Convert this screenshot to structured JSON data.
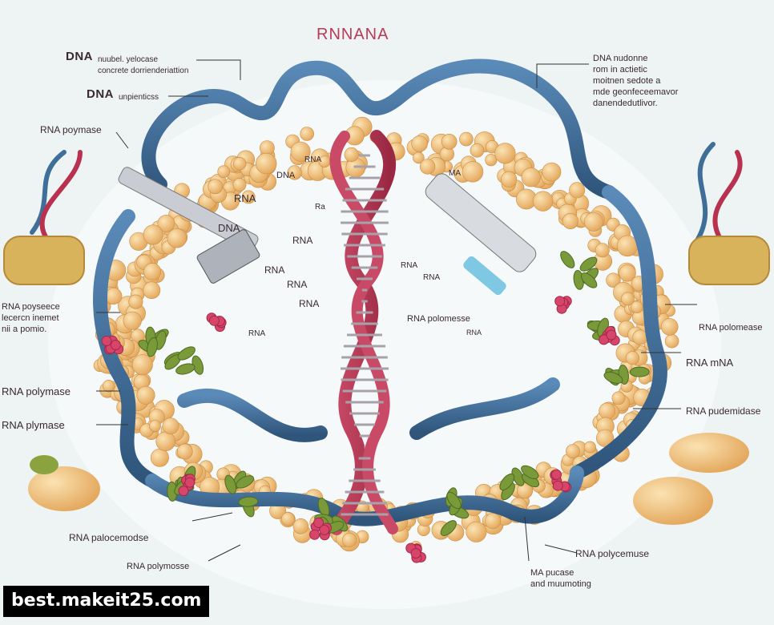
{
  "title": "RNNANA",
  "labels": {
    "dna_top_left": "DNA",
    "dna_top_left_note": "nuubel. yelocase\nconcrete dorrienderiattion",
    "dna_unp": "DNA",
    "dna_unp_note": "unpienticss",
    "rna_poly_left": "RNA poymase",
    "rna_center1": "RNA",
    "dna_center": "DNA",
    "rna_arrow": "RNA",
    "dna_arrow": "DNA",
    "ra": "Ra",
    "rna_mid1": "RNA",
    "rna_mid2": "RNA",
    "rna_mid3": "RNA",
    "rna_mid4": "RNA",
    "rna_mid5": "RNA",
    "ma_right": "MA",
    "rna_tube1": "RNA",
    "rna_tube2": "RNA",
    "rna_polomesse": "RNA polomesse",
    "rna_small": "RNA",
    "dna_right_top": "DNA nudonne\nrom in actietic\nmoitnen sedote a\nmde geonfeceemavor\ndanendedutlivor.",
    "rna_left_mid": "RNA poyseece\nlecercn inemet\nnii a pomio.",
    "rna_polymase_l1": "RNA polymase",
    "rna_plymase_l2": "RNA plymase",
    "rna_polomease_r": "RNA polomease",
    "rna_mna_r": "RNA mNA",
    "rna_pudemidase_r": "RNA pudemidase",
    "rna_palocemodse": "RNA palocemodse",
    "rna_polymosse": "RNA polymosse",
    "rna_polycemuse": "RNA polycemuse",
    "ma_bottom": "MA pucase\nand muumoting"
  },
  "watermark": "best.makeit25.com",
  "colors": {
    "background": "#eef3f4",
    "helix_blue": "#3f6f99",
    "helix_red": "#b8324f",
    "cells": "#f2c27a",
    "leaves": "#7a9a3a",
    "berries": "#d8456a",
    "title": "#b93b58"
  }
}
